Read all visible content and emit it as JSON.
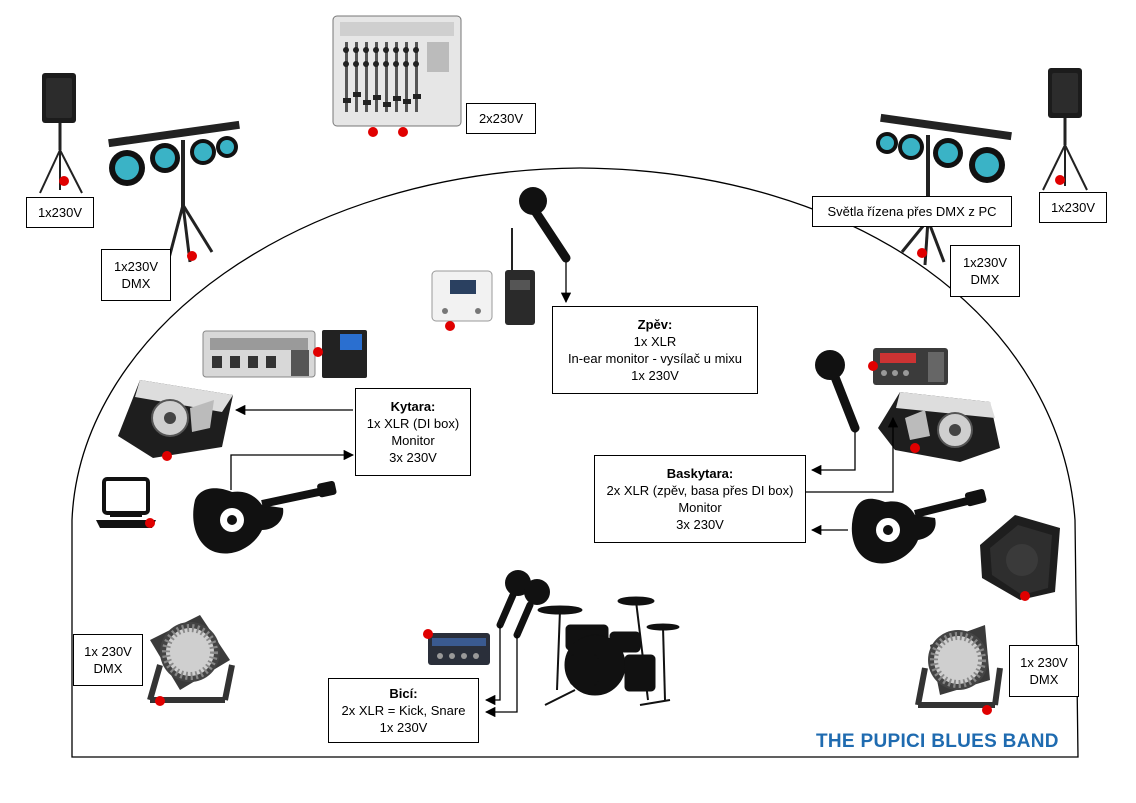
{
  "band_name": "THE PUPICI BLUES BAND",
  "colors": {
    "power_dot": "#e00000",
    "band_name": "#1f6bb0",
    "equipment": "#1a1a1a"
  },
  "labels": {
    "mixer": {
      "line1": "2x230V"
    },
    "speaker_left": {
      "line1": "1x230V"
    },
    "speaker_right": {
      "line1": "1x230V"
    },
    "lights_left": {
      "line1": "1x230V",
      "line2": "DMX"
    },
    "lights_right": {
      "line1": "1x230V",
      "line2": "DMX"
    },
    "lights_note": {
      "line1": "Světla řízena přes DMX z PC"
    },
    "vocals": {
      "title": "Zpěv:",
      "line1": "1x XLR",
      "line2": "In-ear monitor - vysílač u mixu",
      "line3": "1x 230V"
    },
    "guitar": {
      "title": "Kytara:",
      "line1": "1x XLR (DI box)",
      "line2": "Monitor",
      "line3": "3x 230V"
    },
    "bass": {
      "title": "Baskytara:",
      "line1": "2x XLR (zpěv, basa přes DI box)",
      "line2": "Monitor",
      "line3": "3x 230V"
    },
    "drums": {
      "title": "Bicí:",
      "line1": "2x XLR  = Kick, Snare",
      "line2": "1x 230V"
    },
    "par_left": {
      "line1": "1x 230V",
      "line2": "DMX"
    },
    "par_right": {
      "line1": "1x 230V",
      "line2": "DMX"
    }
  },
  "icons": [
    "pa-speaker-icon",
    "led-light-bar-icon",
    "mixer-icon",
    "microphone-icon",
    "in-ear-transmitter-icon",
    "guitar-multi-effect-icon",
    "stage-monitor-icon",
    "laptop-icon",
    "electric-guitar-icon",
    "bass-amp-icon",
    "drum-kit-icon",
    "di-box-icon",
    "par-light-icon"
  ]
}
